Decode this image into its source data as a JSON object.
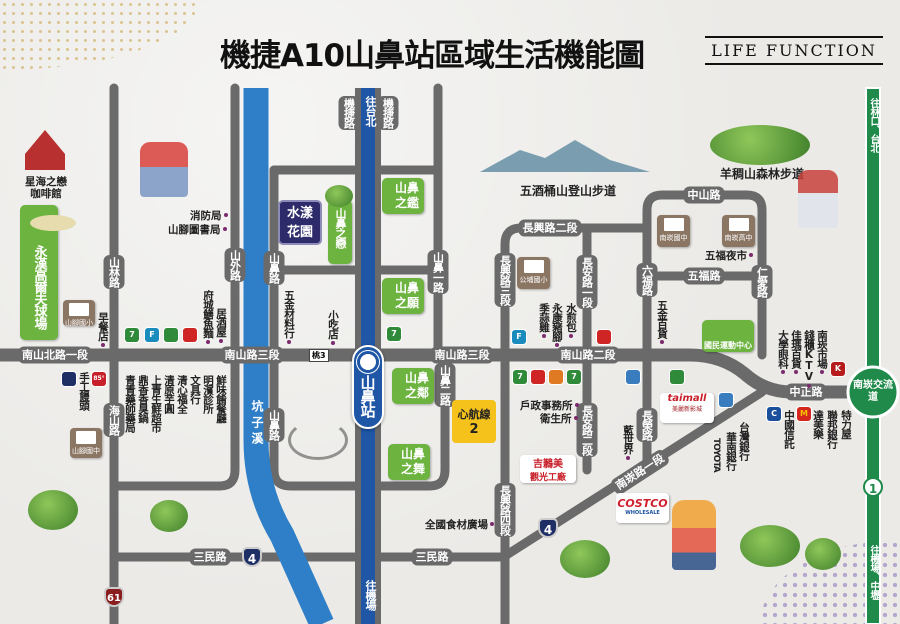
{
  "header": {
    "title": "機捷A10山鼻站區域生活機能圖",
    "subtitle": "LIFE FUNCTION"
  },
  "colors": {
    "road": "#6a6a6a",
    "mrt_line": "#1f56a6",
    "river": "#2f7fc8",
    "highway_1": "#1f8a4a",
    "park_green": "#6db33f",
    "poi_dot": "#7b2a6e"
  },
  "roads": {
    "shanlin": "山林路",
    "shanwai": "山外路",
    "shanbi": "山鼻路",
    "shanbi_lower": "山鼻路",
    "haishan": "海山路",
    "jijie_left": "機捷路",
    "jijie_right": "機捷路",
    "shanbi_1": "山鼻一路",
    "shanbi_2": "山鼻二路",
    "nanshan_north_1": "南山北路一段",
    "nanshan_3_a": "南山路三段",
    "nanshan_3_b": "南山路三段",
    "nanshan_2": "南山路二段",
    "changxing_2": "長興路二段",
    "changxing_3": "長興路三段",
    "changxing_4": "長興路四段",
    "changan_1": "長安路一段",
    "changan_2": "長安路二段",
    "zhongshan": "中山路",
    "liufu": "六福路",
    "wufu": "五福路",
    "renai": "仁愛路",
    "changrong": "長榮路",
    "zhongzheng": "中正路",
    "nankan_1": "南崁路一段",
    "sanmin_a": "三民路",
    "sanmin_b": "三民路"
  },
  "transit": {
    "station": "山鼻站",
    "to_taipei": "往台北",
    "to_airport": "往機場",
    "hw1_north": "往林口、台北",
    "hw1_south": "往機場、中壢",
    "interchange": "南崁交流道",
    "hw1": "1",
    "hw4_a": "4",
    "hw4_b": "4",
    "hw61": "61",
    "county3": "桃3"
  },
  "river": "坑子溪",
  "landmarks": {
    "cafe": "星海之戀咖啡館",
    "golf": "永漢高爾夫球場",
    "trail_wujiutong": "五酒桶山登山步道",
    "trail_yangchou": "羊稠山森林步道",
    "shuiyang": "水漾花園",
    "shanbi_lian": "山鼻之戀",
    "shanbi_jian": "山鼻之鑑",
    "shanbi_yuan": "山鼻之願",
    "shanbi_lin": "山鼻之鄰",
    "shanbi_wu": "山鼻之舞",
    "xinhangxian": "心航線",
    "xinhangxian_no": "2",
    "sports_center": "國民運動中心",
    "factory_1": "吉鶼美",
    "factory_2": "觀光工廠",
    "costco": "COSTCO",
    "costco_sub": "WHOLESALE",
    "taimall": "taimall",
    "cinema": "美麗新影城"
  },
  "schools": {
    "shanjiao_elem": "山腳國小",
    "shanjiao_jr": "山腳國中",
    "gongpu_elem": "公埔國小",
    "nankan_jr": "南崁國中",
    "nankan_high": "南崁高中"
  },
  "pois": {
    "fire": "消防局",
    "library": "山腳圖書局",
    "breakfast": "早餐店",
    "eel": "府城鱔魚麵",
    "izakaya": "居酒屋",
    "hardware": "五金材料行",
    "snack": "小吃店",
    "mantou": "手工饅頭",
    "col": [
      "青青藥師藥局",
      "鼎香香臭鍋",
      "上青生鮮超市",
      "清原芋圓",
      "清心福全",
      "文具行",
      "明濱診所",
      "鮮味餚餐廳"
    ],
    "garlic_chicken": "季蒜雞",
    "pork": "永康豬腳",
    "shuijianbao": "水煎包",
    "hardware_store": "五金百貨",
    "night_market": "五福夜市",
    "eye": "大學眼科",
    "jiama": "佳瑪百貨",
    "ktv": "錢櫃KTV",
    "market": "南崁市場",
    "household": "戶政事務所",
    "health": "衛生所",
    "lanshijie": "藍世界",
    "food_plaza": "全國食材廣場",
    "toyota": "TOYOTA",
    "huanan": "華南銀行",
    "taiwan_bank": "台灣銀行",
    "ctbc": "中國信託",
    "dominos": "達美樂",
    "union_bank": "聯邦銀行",
    "trplus": "特力屋"
  },
  "icons": {
    "seven": "7",
    "mcd": "M",
    "kfc": "K",
    "familymart": "F",
    "c85": "85°",
    "carrefour": "C"
  }
}
